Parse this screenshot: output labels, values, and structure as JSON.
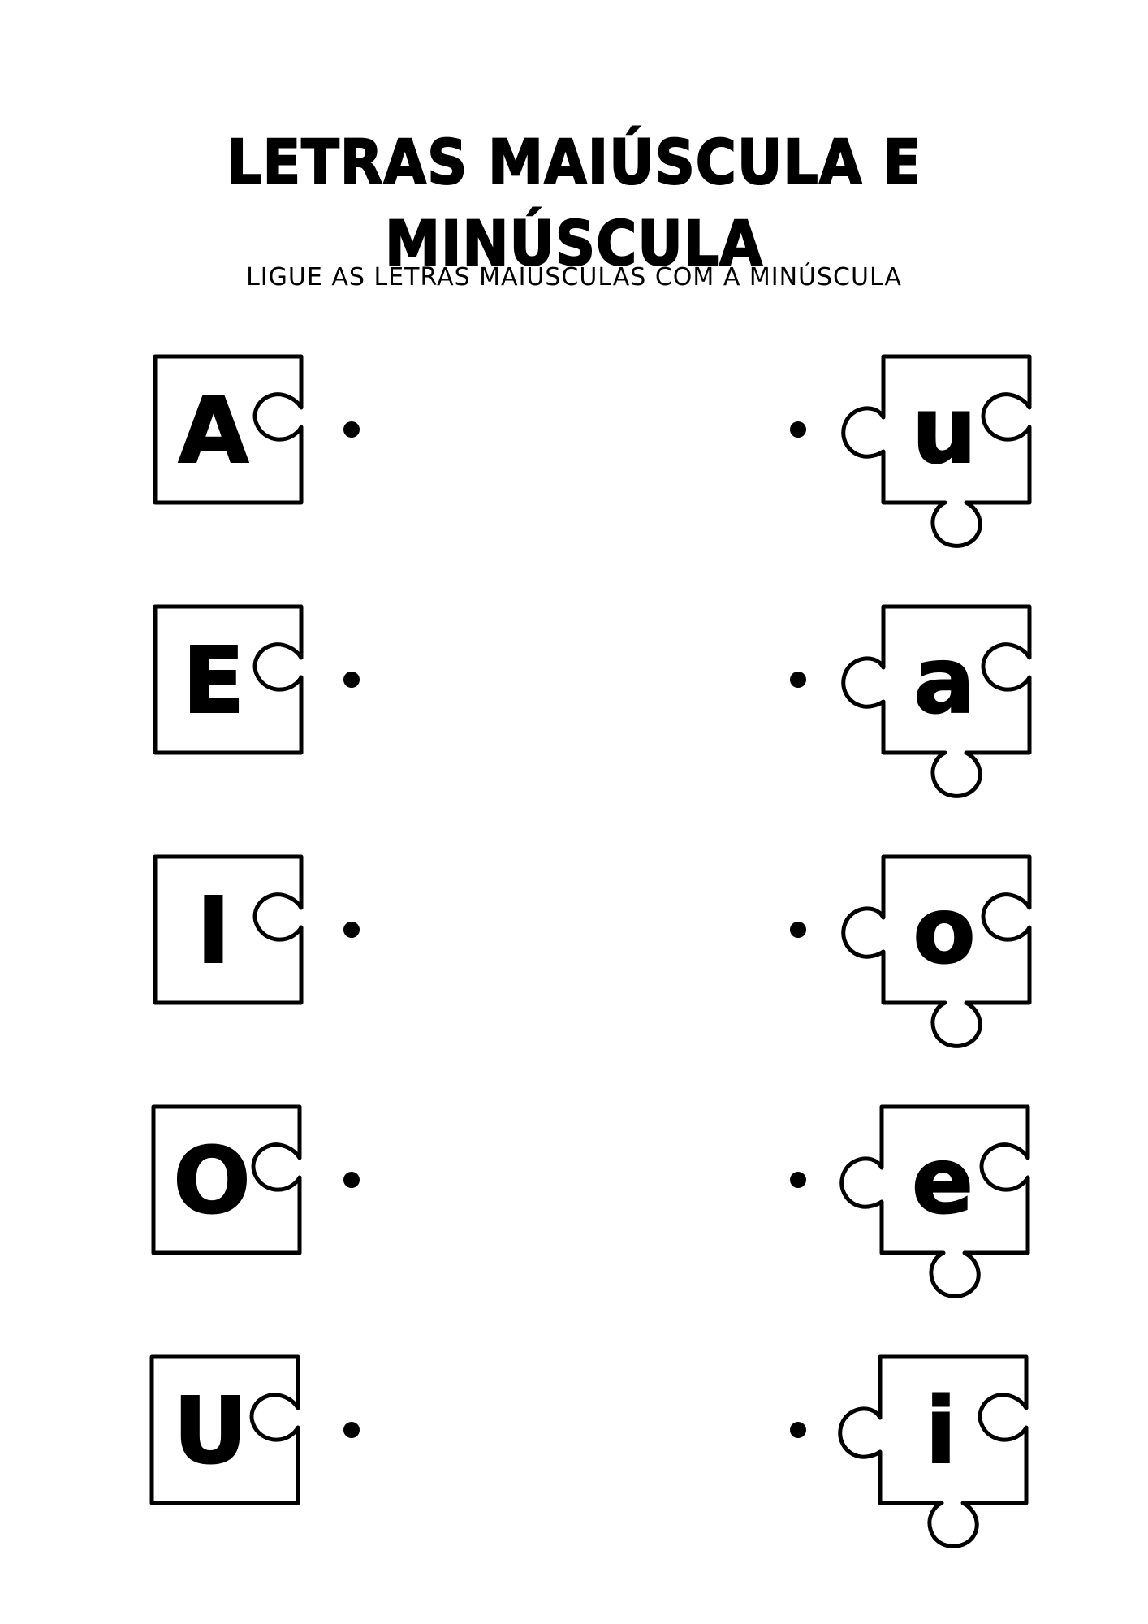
{
  "worksheet": {
    "title": "LETRAS MAIÚSCULA E MINÚSCULA",
    "instruction": "LIGUE AS LETRAS MAIÚSCULAS COM A MINÚSCULA"
  },
  "left_column": {
    "uppercase_letters": [
      "A",
      "E",
      "I",
      "O",
      "U"
    ]
  },
  "right_column": {
    "lowercase_letters": [
      "u",
      "a",
      "o",
      "e",
      "i"
    ]
  }
}
